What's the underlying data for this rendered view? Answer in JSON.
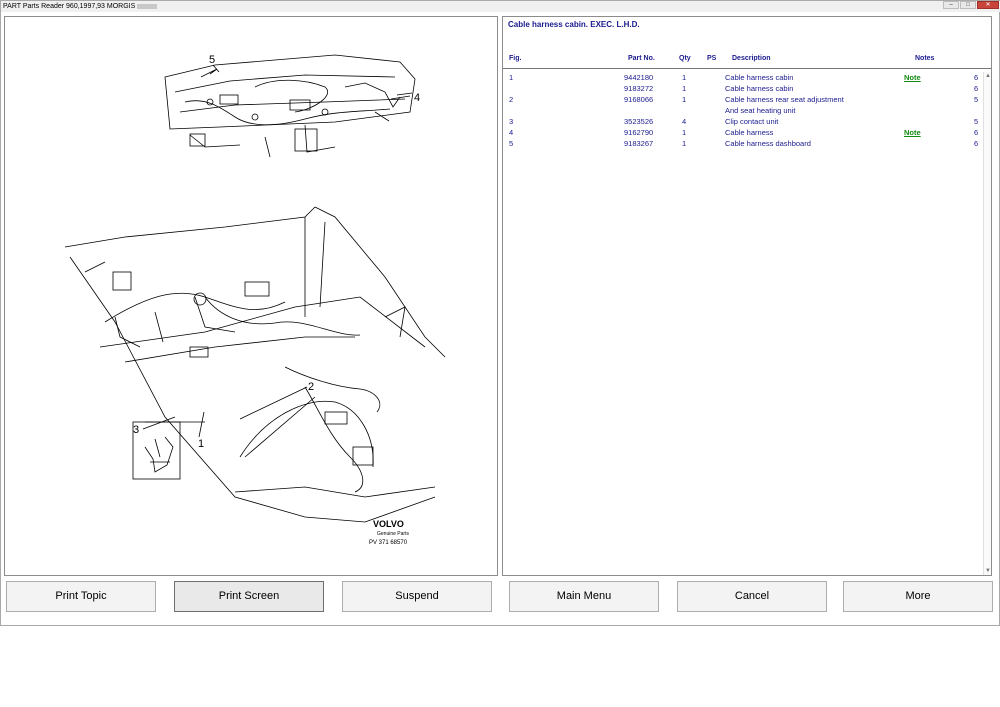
{
  "window": {
    "title": "PART Parts Reader 960,1997,93 MORGIS",
    "controls": [
      "–",
      "□",
      "✕"
    ]
  },
  "illustration": {
    "callouts": [
      "5",
      "4",
      "2",
      "3",
      "1"
    ],
    "brand": "VOLVO",
    "brand_sub": "Genuine Parts",
    "ref_code": "PV 371 68570"
  },
  "parts": {
    "title": "Cable harness cabin. EXEC. L.H.D.",
    "columns": {
      "fig": "Fig.",
      "part_no": "Part No.",
      "qty": "Qty",
      "ps": "PS",
      "description": "Description",
      "notes": "Notes"
    },
    "rows": [
      {
        "fig": "1",
        "part_no": "9442180",
        "qty": "1",
        "description": "Cable harness cabin",
        "note": "Note",
        "last": "6"
      },
      {
        "fig": "",
        "part_no": "9183272",
        "qty": "1",
        "description": "Cable harness cabin",
        "note": "",
        "last": "6"
      },
      {
        "fig": "2",
        "part_no": "9168066",
        "qty": "1",
        "description": "Cable harness rear seat adjustment",
        "note": "",
        "last": "5"
      },
      {
        "fig": "",
        "part_no": "",
        "qty": "",
        "description": "And seat heating unit",
        "note": "",
        "last": ""
      },
      {
        "fig": "3",
        "part_no": "3523526",
        "qty": "4",
        "description": "Clip contact unit",
        "note": "",
        "last": "5"
      },
      {
        "fig": "4",
        "part_no": "9162790",
        "qty": "1",
        "description": "Cable harness",
        "note": "Note",
        "last": "6"
      },
      {
        "fig": "5",
        "part_no": "9183267",
        "qty": "1",
        "description": "Cable harness dashboard",
        "note": "",
        "last": "6"
      }
    ]
  },
  "buttons": {
    "print_topic": "Print Topic",
    "print_screen": "Print Screen",
    "suspend": "Suspend",
    "main_menu": "Main Menu",
    "cancel": "Cancel",
    "more": "More"
  }
}
